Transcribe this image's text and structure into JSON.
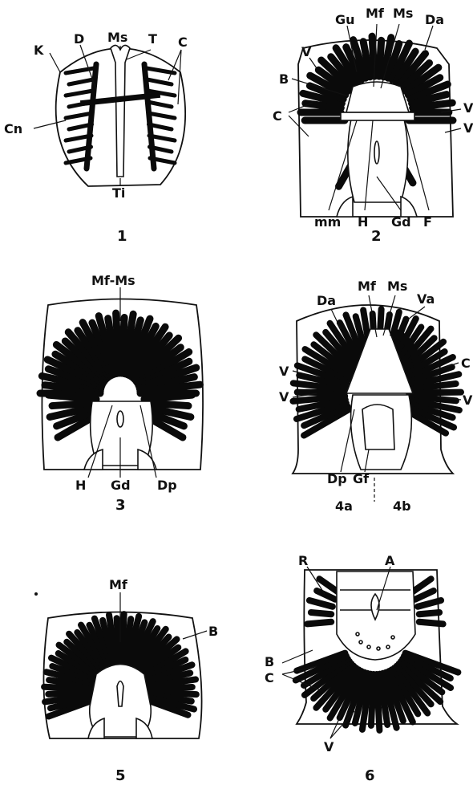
{
  "figures": [
    {
      "number": "1",
      "labels": [
        "K",
        "D",
        "Ms",
        "T",
        "C",
        "Cn",
        "Ti"
      ]
    },
    {
      "number": "2",
      "labels": [
        "Gu",
        "Mf",
        "Ms",
        "Da",
        "V",
        "B",
        "C",
        "V",
        "V",
        "mm",
        "H",
        "Gd",
        "F"
      ]
    },
    {
      "number": "3",
      "labels": [
        "Mf-Ms",
        "H",
        "Gd",
        "Dp"
      ]
    },
    {
      "number": "4",
      "labels": [
        "Mf",
        "Ms",
        "Da",
        "Va",
        "C",
        "V",
        "V",
        "V",
        "Dp",
        "Gf"
      ],
      "sub_labels": [
        "4a",
        "4b"
      ]
    },
    {
      "number": "5",
      "labels": [
        "Mf",
        "B"
      ]
    },
    {
      "number": "6",
      "labels": [
        "R",
        "A",
        "B",
        "C",
        "V"
      ]
    }
  ],
  "colors": {
    "ink": "#0a0a0a",
    "paper": "#ffffff"
  }
}
